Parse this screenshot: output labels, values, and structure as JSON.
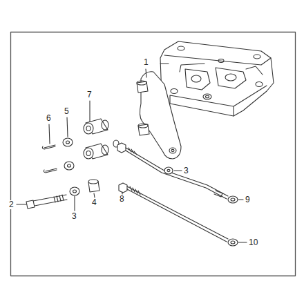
{
  "diagram": {
    "labels": [
      "1",
      "7",
      "6",
      "5",
      "3",
      "2",
      "3",
      "4",
      "8",
      "9",
      "10"
    ]
  }
}
